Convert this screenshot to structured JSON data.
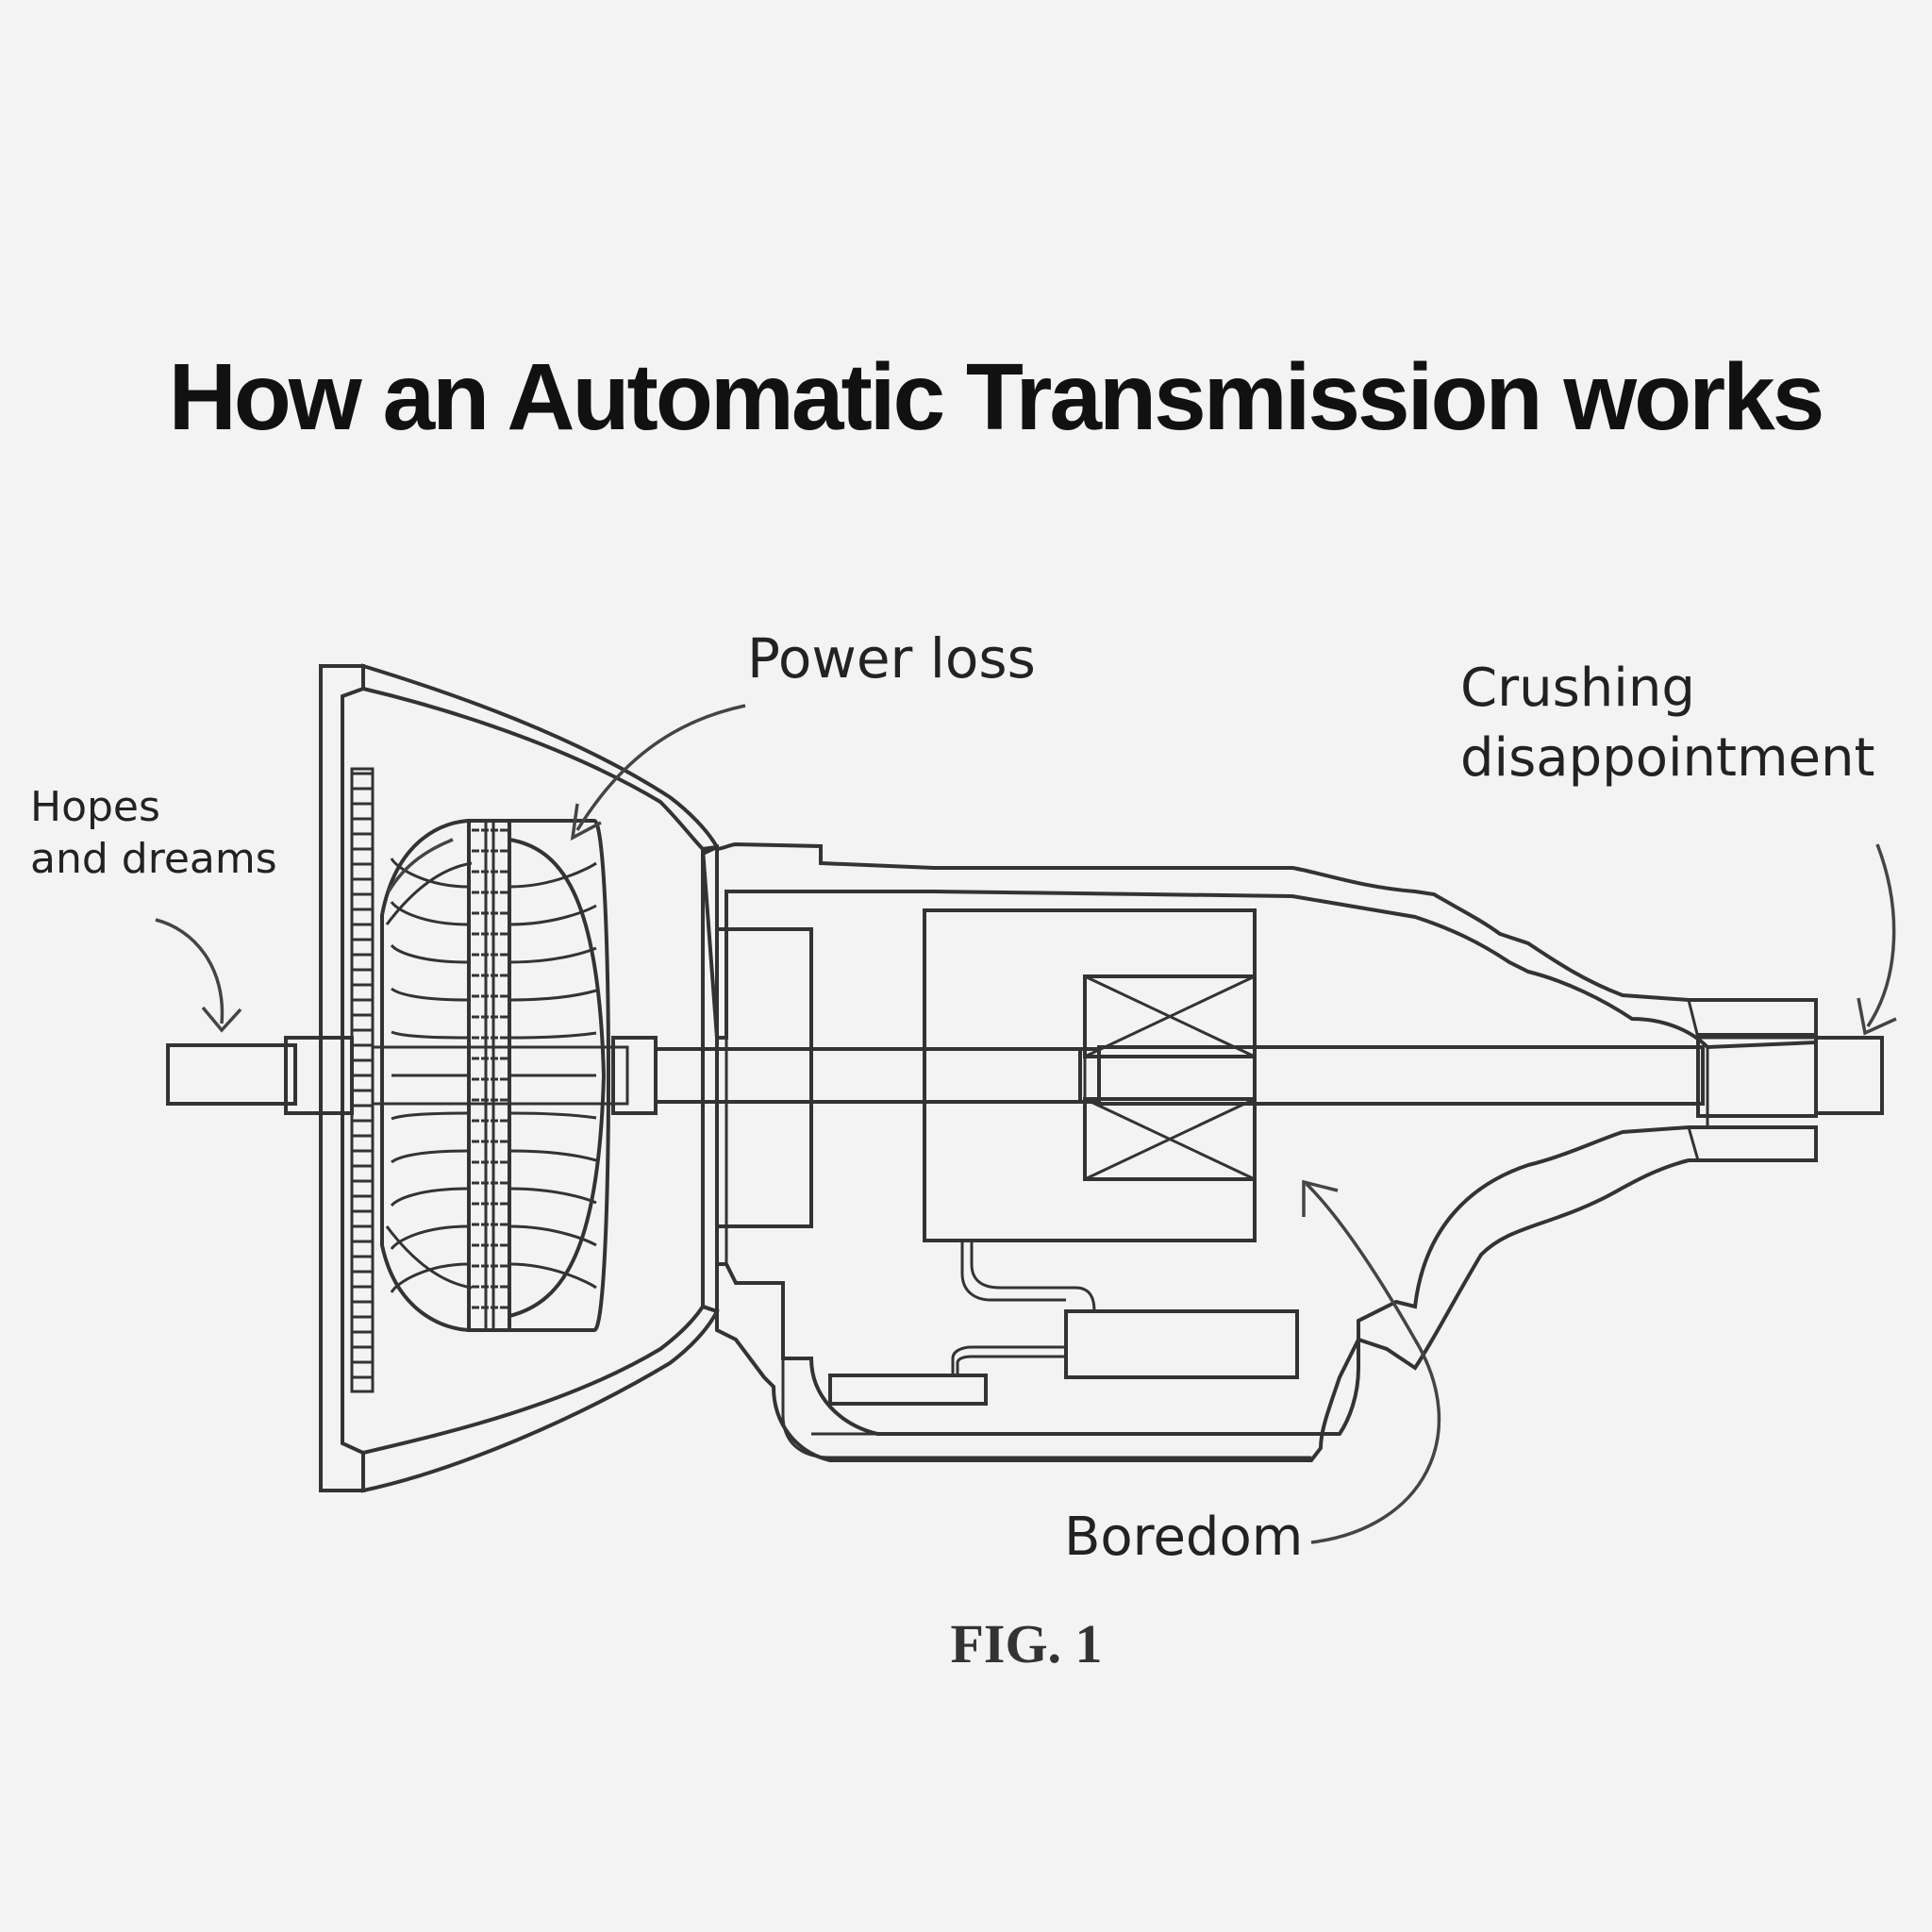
{
  "title": "How an Automatic Transmission works",
  "labels": {
    "hopes_line1": "Hopes",
    "hopes_line2": "and dreams",
    "power_loss": "Power loss",
    "crushing_line1": "Crushing",
    "crushing_line2": "disappointment",
    "boredom": "Boredom"
  },
  "figure_caption": "FIG. 1"
}
